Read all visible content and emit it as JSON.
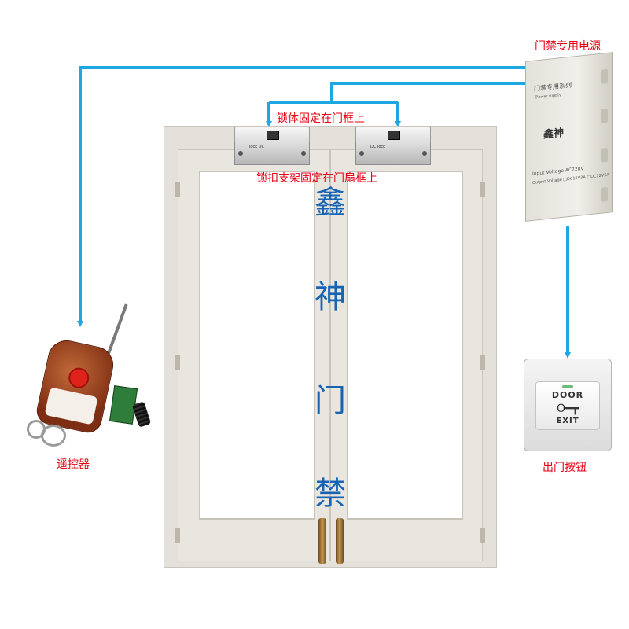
{
  "labels": {
    "power_supply": "门禁专用电源",
    "lock_body": "锁体固定在门框上",
    "lock_bracket": "锁扣支架固定在门扇框上",
    "remote": "遥控器",
    "exit_button": "出门按钮"
  },
  "brand_vertical": [
    "鑫",
    "神",
    "门",
    "禁"
  ],
  "power_box": {
    "series": "门禁专用系列",
    "sub": "Power supply",
    "brand": "鑫神",
    "spec_input": "Input Voltage AC220V",
    "spec_output": "Output Voltage □DC12V3A □DC12V5A"
  },
  "exit_plate": {
    "door": "DOOR",
    "key_icon": "O━┳",
    "exit": "EXIT"
  },
  "lock": {
    "plate_label_left": "lock DC",
    "plate_label_right": "DC lock"
  },
  "colors": {
    "wire": "#1ea7e1",
    "label_red": "#e60012",
    "brand_blue": "#1764b4",
    "door": "#e6e3dc",
    "remote_shell": "#8b3a1a",
    "remote_button": "#e0231a",
    "receiver_board": "#2e7d3b"
  },
  "icons": [
    "key-icon",
    "antenna-icon"
  ]
}
